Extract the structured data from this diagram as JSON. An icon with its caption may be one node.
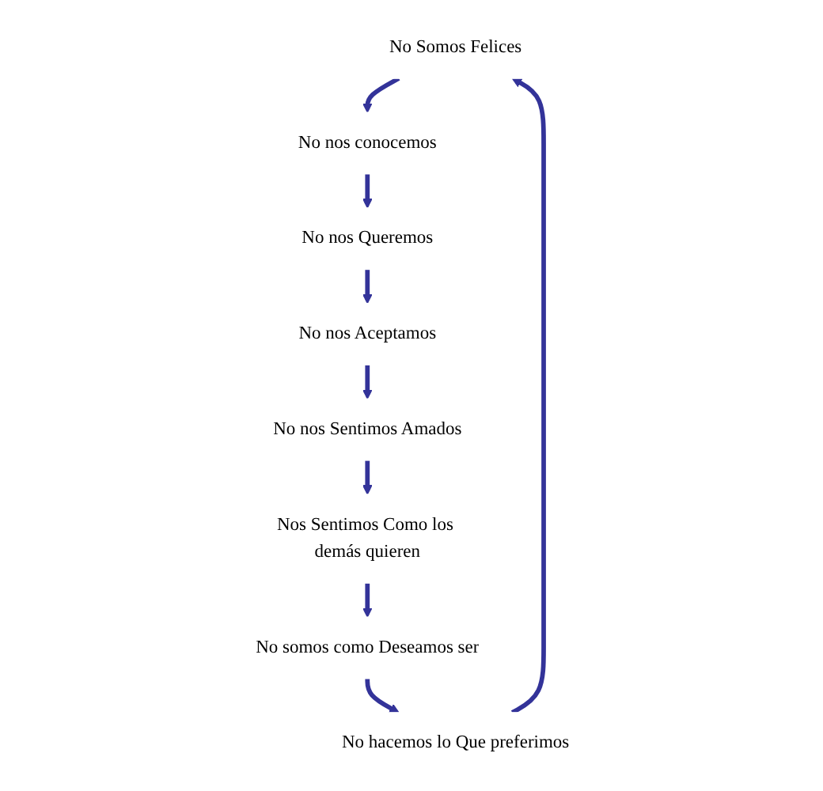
{
  "diagram": {
    "nodes": [
      {
        "text": [
          "No Somos Felices"
        ]
      },
      {
        "text": [
          "No nos conocemos"
        ]
      },
      {
        "text": [
          "No nos Queremos"
        ]
      },
      {
        "text": [
          "No nos Aceptamos"
        ]
      },
      {
        "text": [
          "No nos Sentimos Amados"
        ]
      },
      {
        "text": [
          "Nos Sentimos Como los demás quieren"
        ]
      },
      {
        "text": [
          "No somos como Deseamos ser"
        ]
      },
      {
        "text": [
          "No hacemos lo Que preferimos"
        ]
      }
    ],
    "edges": [
      {
        "from": 0,
        "to": 1,
        "arrow": "to"
      },
      {
        "from": 1,
        "to": 2,
        "arrow": "to"
      },
      {
        "from": 2,
        "to": 3,
        "arrow": "to"
      },
      {
        "from": 3,
        "to": 4,
        "arrow": "to"
      },
      {
        "from": 4,
        "to": 5,
        "arrow": "to"
      },
      {
        "from": 5,
        "to": 6,
        "arrow": "to"
      },
      {
        "from": 6,
        "to": 7,
        "arrow": "to"
      },
      {
        "from": 7,
        "to": 0,
        "arrow": "to"
      }
    ]
  }
}
